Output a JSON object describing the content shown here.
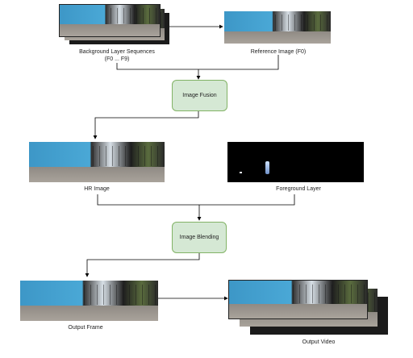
{
  "nodes": {
    "background_sequences": {
      "label": "Background Layer Sequences",
      "sublabel": "(F0 ... F9)"
    },
    "reference_image": {
      "label": "Reference Image (F0)"
    },
    "image_fusion": {
      "label": "Image Fusion"
    },
    "hr_image": {
      "label": "HR Image"
    },
    "foreground_layer": {
      "label": "Foreground Layer"
    },
    "image_blending": {
      "label": "Image Blending"
    },
    "output_frame": {
      "label": "Output Frame"
    },
    "output_video": {
      "label": "Output Video"
    }
  },
  "colors": {
    "process_fill": "#d5e8d4",
    "process_border": "#82b366",
    "connector": "#000000"
  }
}
